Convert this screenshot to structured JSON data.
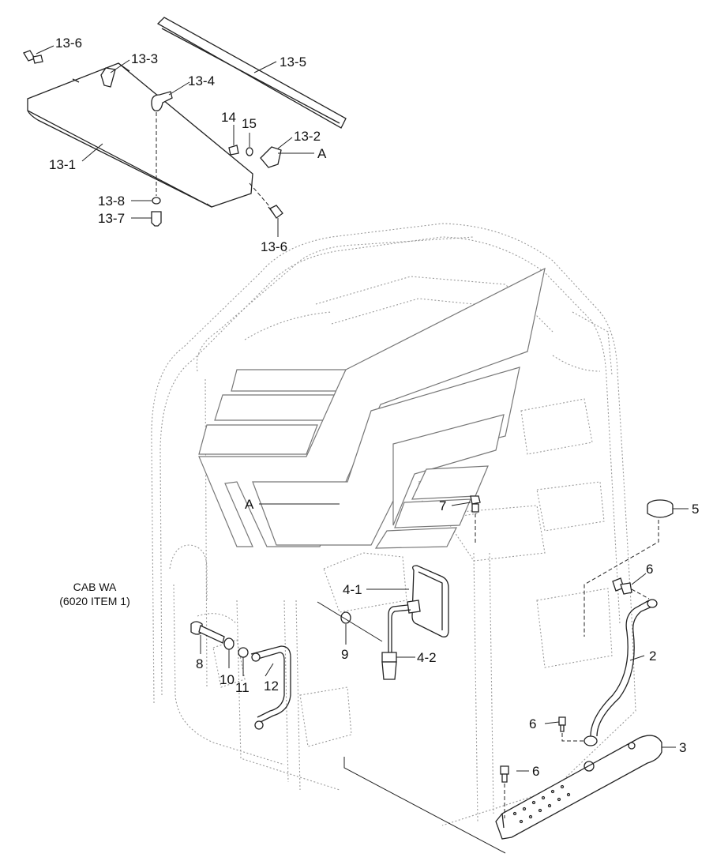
{
  "colors": {
    "line": "#222222",
    "ghost_line": "#9a9a9a",
    "background": "#ffffff"
  },
  "callouts": {
    "p13_6_top": "13-6",
    "p13_3": "13-3",
    "p13_5": "13-5",
    "p13_4": "13-4",
    "p14": "14",
    "p15": "15",
    "p13_2": "13-2",
    "ref_a_top": "A",
    "p13_1": "13-1",
    "p13_8": "13-8",
    "p13_7": "13-7",
    "p13_6_bottom": "13-6",
    "ref_a_logo": "A",
    "p7": "7",
    "p5": "5",
    "p6_right": "6",
    "p4_1": "4-1",
    "p9": "9",
    "p4_2": "4-2",
    "p8": "8",
    "p10": "10",
    "p11": "11",
    "p12": "12",
    "p2": "2",
    "p6_middle": "6",
    "p3": "3",
    "p6_lower": "6"
  },
  "notes": {
    "cab_line1": "CAB WA",
    "cab_line2": "(6020 ITEM 1)"
  }
}
